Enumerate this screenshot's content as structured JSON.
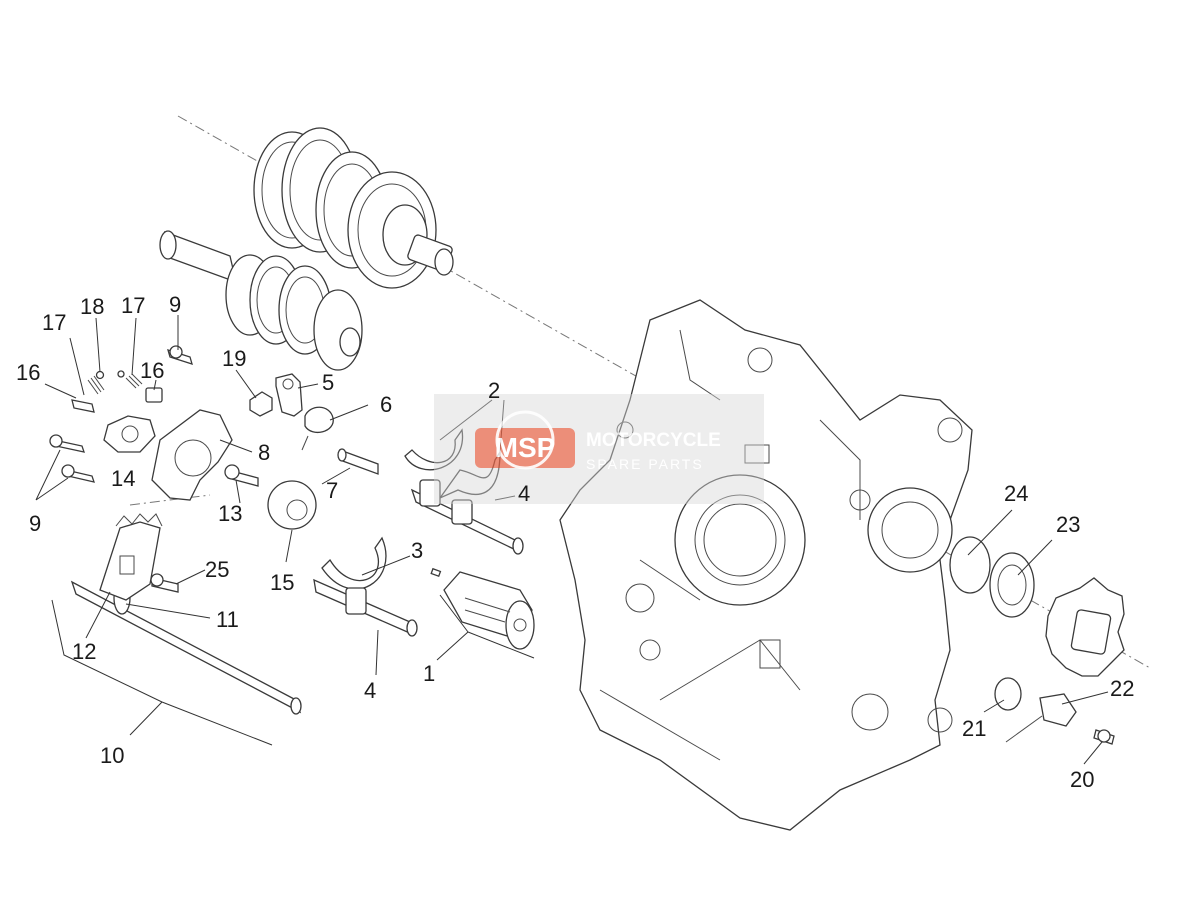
{
  "diagram": {
    "callouts": [
      {
        "id": "c1",
        "label": "1"
      },
      {
        "id": "c2",
        "label": "2"
      },
      {
        "id": "c3",
        "label": "3"
      },
      {
        "id": "c4a",
        "label": "4"
      },
      {
        "id": "c4b",
        "label": "4"
      },
      {
        "id": "c5",
        "label": "5"
      },
      {
        "id": "c6",
        "label": "6"
      },
      {
        "id": "c7",
        "label": "7"
      },
      {
        "id": "c8",
        "label": "8"
      },
      {
        "id": "c9a",
        "label": "9"
      },
      {
        "id": "c9b",
        "label": "9"
      },
      {
        "id": "c10",
        "label": "10"
      },
      {
        "id": "c11",
        "label": "11"
      },
      {
        "id": "c12",
        "label": "12"
      },
      {
        "id": "c13",
        "label": "13"
      },
      {
        "id": "c14",
        "label": "14"
      },
      {
        "id": "c15",
        "label": "15"
      },
      {
        "id": "c16a",
        "label": "16"
      },
      {
        "id": "c16b",
        "label": "16"
      },
      {
        "id": "c17a",
        "label": "17"
      },
      {
        "id": "c17b",
        "label": "17"
      },
      {
        "id": "c18",
        "label": "18"
      },
      {
        "id": "c19",
        "label": "19"
      },
      {
        "id": "c20",
        "label": "20"
      },
      {
        "id": "c21",
        "label": "21"
      },
      {
        "id": "c22",
        "label": "22"
      },
      {
        "id": "c23",
        "label": "23"
      },
      {
        "id": "c24",
        "label": "24"
      },
      {
        "id": "c25",
        "label": "25"
      }
    ]
  },
  "watermark": {
    "logo_text": "MSP",
    "line1": "MOTORCYCLE",
    "line2": "SPARE PARTS",
    "color": "#e8502e"
  }
}
